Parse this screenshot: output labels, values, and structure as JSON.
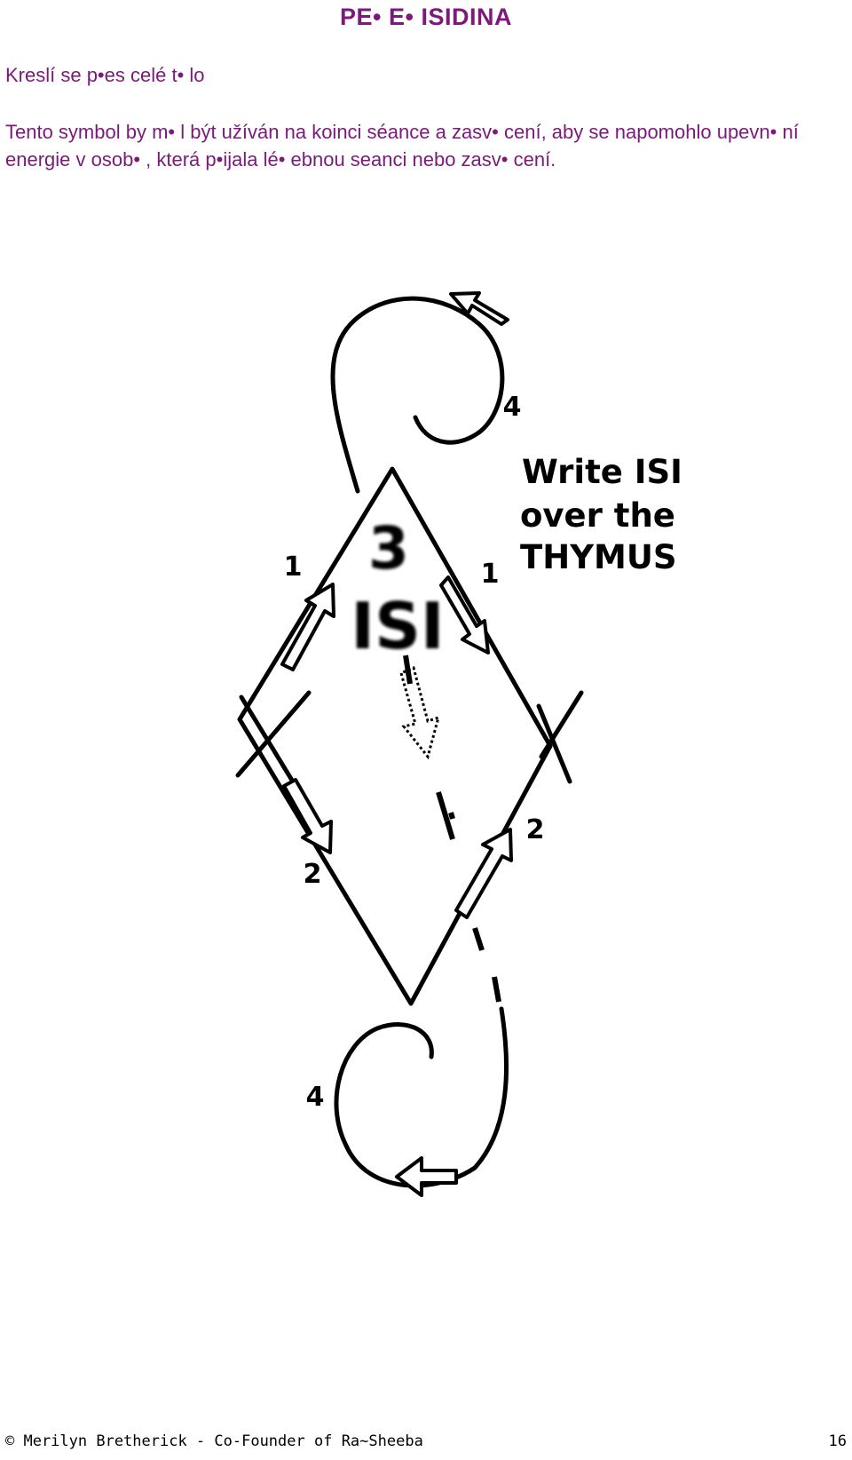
{
  "document": {
    "title": "PE• E•   ISIDINA",
    "subtitle": "Kreslí se p•es celé t• lo",
    "paragraph": "Tento symbol by m• l být užíván na koinci séance a zasv• cení, aby se napomohlo upevn• ní energie v osob• , která p•ijala lé• ebnou seanci nebo zasv• cení."
  },
  "diagram": {
    "instruction_lines": [
      "Write ISI",
      "over the",
      "THYMUS"
    ],
    "center_number": "3",
    "center_word": "ISI",
    "step_labels": [
      "1",
      "1",
      "2",
      "2",
      "4",
      "4"
    ],
    "colors": {
      "text": "#7b1a7b",
      "lines": "#000000"
    }
  },
  "footer": {
    "copyright": "© Merilyn Bretherick - Co-Founder of Ra~Sheeba",
    "page_number": "16"
  }
}
